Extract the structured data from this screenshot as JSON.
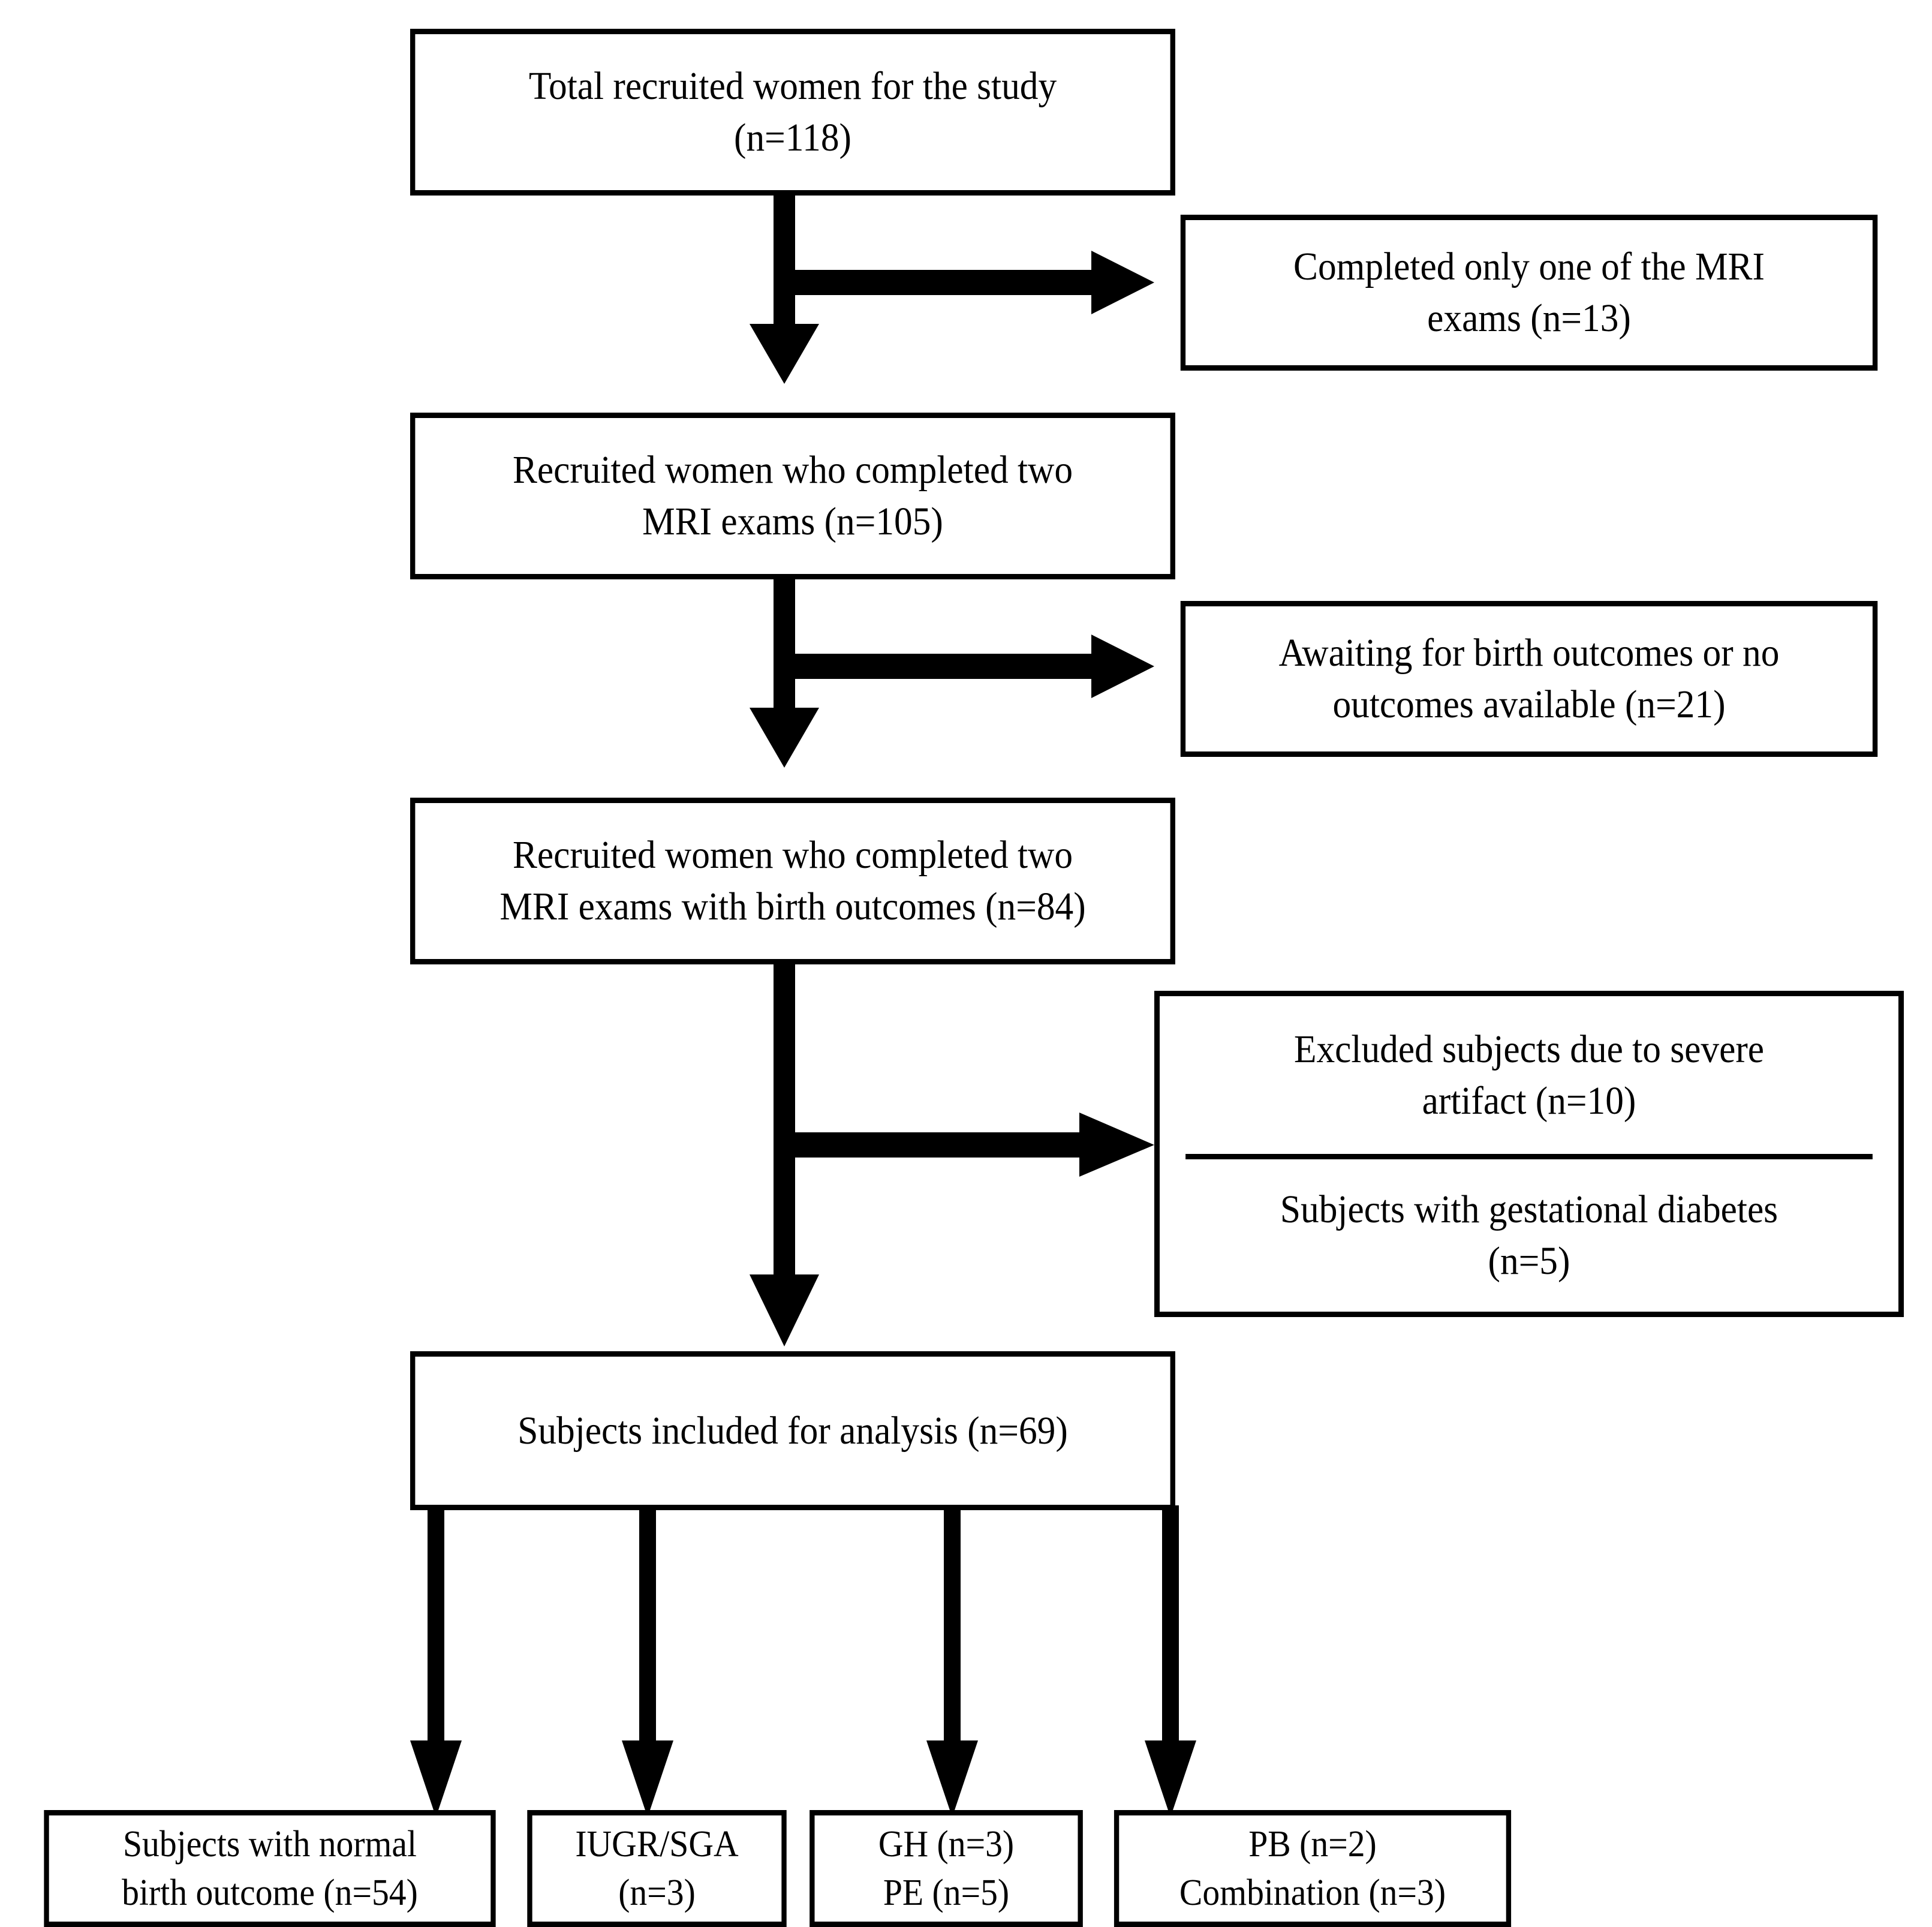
{
  "diagram": {
    "type": "flowchart",
    "title": "Study participant flow diagram",
    "stroke_color": "#000000",
    "fill_color": "#ffffff",
    "text_color": "#000000"
  },
  "nodes": {
    "total_recruited": "Total recruited women for the study\n(n=118)",
    "completed_one_mri": "Completed only one of the MRI\nexams (n=13)",
    "completed_two_mri": "Recruited women who completed two\nMRI exams (n=105)",
    "awaiting_outcomes": "Awaiting for birth outcomes or no\noutcomes available (n=21)",
    "two_mri_with_outcomes": "Recruited women who completed two\nMRI exams with birth outcomes (n=84)",
    "excluded_artifact": "Excluded subjects due to severe\nartifact (n=10)",
    "gestational_diabetes": "Subjects with gestational diabetes\n(n=5)",
    "included_for_analysis": "Subjects included for analysis (n=69)",
    "normal_birth_outcome": "Subjects with normal\nbirth outcome (n=54)",
    "iugr_sga": "IUGR/SGA\n(n=3)",
    "gh_pe": "GH (n=3)\nPE (n=5)",
    "pb_combination": "PB (n=2)\nCombination (n=3)"
  },
  "edges": [
    {
      "from": "total_recruited",
      "to": "completed_two_mri",
      "direction": "down"
    },
    {
      "from": "total_recruited",
      "to": "completed_one_mri",
      "direction": "right"
    },
    {
      "from": "completed_two_mri",
      "to": "two_mri_with_outcomes",
      "direction": "down"
    },
    {
      "from": "completed_two_mri",
      "to": "awaiting_outcomes",
      "direction": "right"
    },
    {
      "from": "two_mri_with_outcomes",
      "to": "included_for_analysis",
      "direction": "down"
    },
    {
      "from": "two_mri_with_outcomes",
      "to": "excluded_box",
      "direction": "right"
    },
    {
      "from": "included_for_analysis",
      "to": "normal_birth_outcome",
      "direction": "down"
    },
    {
      "from": "included_for_analysis",
      "to": "iugr_sga",
      "direction": "down"
    },
    {
      "from": "included_for_analysis",
      "to": "gh_pe",
      "direction": "down"
    },
    {
      "from": "included_for_analysis",
      "to": "pb_combination",
      "direction": "down"
    }
  ]
}
